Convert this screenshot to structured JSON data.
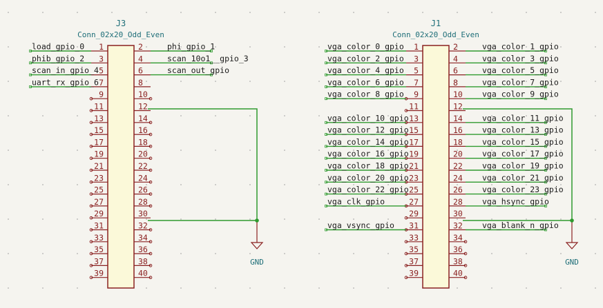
{
  "connectors": [
    {
      "ref": "J3",
      "value": "Conn_02x20_Odd_Even",
      "pins": [
        "1",
        "2",
        "3",
        "4",
        "5",
        "6",
        "7",
        "8",
        "9",
        "10",
        "11",
        "12",
        "13",
        "14",
        "15",
        "16",
        "17",
        "18",
        "19",
        "20",
        "21",
        "22",
        "23",
        "24",
        "25",
        "26",
        "27",
        "28",
        "29",
        "30",
        "31",
        "32",
        "33",
        "34",
        "35",
        "36",
        "37",
        "38",
        "39",
        "40"
      ],
      "left_labels": [
        "load_gpio_0",
        "phib_gpio_2",
        "scan_in_gpio_4",
        "uart_rx_gpio_6"
      ],
      "right_labels": [
        "phi_gpio_1",
        "scan_10o1__gpio_3",
        "scan_out_gpio"
      ]
    },
    {
      "ref": "J1",
      "value": "Conn_02x20_Odd_Even",
      "pins": [
        "1",
        "2",
        "3",
        "4",
        "5",
        "6",
        "7",
        "8",
        "9",
        "10",
        "11",
        "12",
        "13",
        "14",
        "15",
        "16",
        "17",
        "18",
        "19",
        "20",
        "21",
        "22",
        "23",
        "24",
        "25",
        "26",
        "27",
        "28",
        "29",
        "30",
        "31",
        "32",
        "33",
        "34",
        "35",
        "36",
        "37",
        "38",
        "39",
        "40"
      ],
      "left_labels": [
        "vga_color_0_gpio",
        "vga_color_2_gpio",
        "vga_color_4_gpio",
        "vga_color_6_gpio",
        "vga_color_8_gpio",
        "vga_color_10_gpio",
        "vga_color_12_gpio",
        "vga_color_14_gpio",
        "vga_color_16_gpio",
        "vga_color_18_gpio",
        "vga_color_20_gpio",
        "vga_color_22_gpio",
        "vga_clk_gpio",
        "vga_vsync_gpio"
      ],
      "right_labels": [
        "vga_color_1_gpio",
        "vga_color_3_gpio",
        "vga_color_5_gpio",
        "vga_color_7_gpio",
        "vga_color_9_gpio",
        "vga_color_11_gpio",
        "vga_color_13_gpio",
        "vga_color_15_gpio",
        "vga_color_17_gpio",
        "vga_color_19_gpio",
        "vga_color_21_gpio",
        "vga_color_23_gpio",
        "vga_hsync_gpio",
        "vga_blank_n_gpio"
      ]
    }
  ],
  "power": [
    "GND",
    "GND"
  ],
  "colors": {
    "background": "#f5f4ef",
    "body": "#8a2020",
    "wire": "#2e9a2e",
    "text": "#1e6e78",
    "label": "#1a1a1a"
  }
}
